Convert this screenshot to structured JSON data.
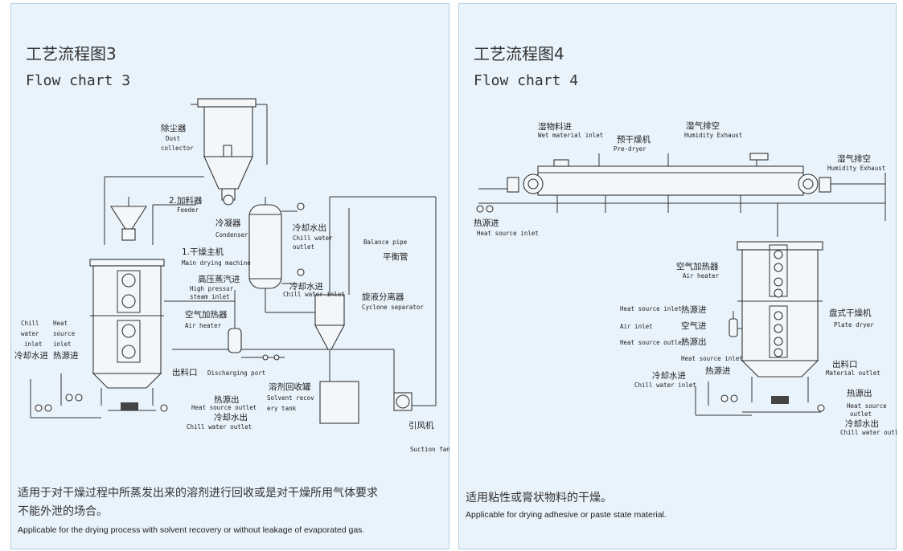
{
  "chart3": {
    "title_cn": "工艺流程图3",
    "title_en": "Flow chart 3",
    "labels": {
      "dust_cn": "除尘器",
      "dust_en1": "Dust",
      "dust_en2": "collector",
      "feeder_cn": "2.加料器",
      "feeder_en": "Feeder",
      "main_cn": "1.干燥主机",
      "main_en": "Main drying machine",
      "condenser_cn": "冷凝器",
      "condenser_en": "Condenser",
      "chill_out_top_cn": "冷却水出",
      "chill_out_top_en1": "Chill water",
      "chill_out_top_en2": "outlet",
      "balance_en": "Balance pipe",
      "balance_cn": "平衡管",
      "steam_cn": "高压蒸汽进",
      "steam_en1": "High pressur",
      "steam_en2": "steam inlet",
      "chill_in_cn": "冷却水进",
      "chill_in_en": "Chill water inlet",
      "cyclone_cn": "旋液分离器",
      "cyclone_en": "Cyclone separator",
      "air_heater_cn": "空气加热器",
      "air_heater_en": "Air heater",
      "left_chill_en1": "Chill",
      "left_chill_en2": "water",
      "left_chill_en3": "inlet",
      "left_chill_cn": "冷却水进",
      "left_heat_en1": "Heat",
      "left_heat_en2": "source",
      "left_heat_en3": "inlet",
      "left_heat_cn": "热源进",
      "discharge_cn": "出料口",
      "discharge_en": "Discharging port",
      "tank_cn": "溶剂回收罐",
      "tank_en1": "Solvent recov",
      "tank_en2": "ery tank",
      "heat_out_cn": "热源出",
      "heat_out_en": "Heat source outlet",
      "chill_out_bot_cn": "冷却水出",
      "chill_out_bot_en": "Chill water outlet",
      "fan_cn": "引风机",
      "fan_en": "Suction fan"
    },
    "caption_cn_line1": "适用于对干燥过程中所蒸发出来的溶剂进行回收或是对干燥所用气体要求",
    "caption_cn_line2": "不能外泄的场合。",
    "caption_en": "Applicable for the drying process with solvent recovery or without leakage of evaporated gas."
  },
  "chart4": {
    "title_cn": "工艺流程图4",
    "title_en": "Flow chart 4",
    "labels": {
      "wet_cn": "湿物料进",
      "wet_en": "Wet material inlet",
      "predryer_cn": "预干燥机",
      "predryer_en": "Pre-dryer",
      "humid_top_cn": "湿气排空",
      "humid_top_en": "Humidity Exhaust",
      "humid_right_cn": "湿气排空",
      "humid_right_en": "Humidity Exhaust",
      "heat_in_cn": "热源进",
      "heat_in_en": "Heat source inlet",
      "air_heater_cn": "空气加热器",
      "air_heater_en": "Air heater",
      "hs_inlet_en": "Heat source inlet",
      "hs_inlet_cn": "热源进",
      "air_inlet_en": "Air inlet",
      "air_inlet_cn": "空气进",
      "hs_outlet_en": "Heat source outlet",
      "hs_outlet_cn": "热源出",
      "hs_inlet2_en": "Heat source inlet",
      "plate_cn": "盘式干燥机",
      "plate_en": "Plate dryer",
      "mat_out_cn": "出料口",
      "mat_out_en": "Material outlet",
      "chill_in_cn": "冷却水进",
      "chill_in_en": "Chill water inlet",
      "heat_in2_cn": "热源进",
      "heat_out_cn": "热源出",
      "heat_out_en1": "Heat source",
      "heat_out_en2": "outlet",
      "chill_out_cn": "冷却水出",
      "chill_out_en": "Chill water outlet"
    },
    "caption_cn": "适用粘性或膏状物料的干燥。",
    "caption_en": "Applicable for drying adhesive or paste state material."
  }
}
